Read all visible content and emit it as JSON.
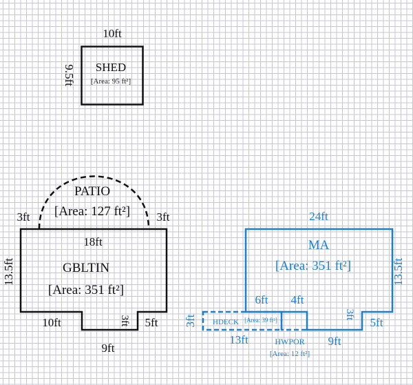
{
  "colors": {
    "black": "#111111",
    "blue": "#1a7fd4",
    "grid": "#c6c6d0",
    "background": "#ffffff"
  },
  "rooms": {
    "shed": {
      "name": "SHED",
      "area": "[Area: 95 ft²]",
      "dims": {
        "top": "10ft",
        "left": "9.5ft"
      }
    },
    "patio": {
      "name": "PATIO",
      "area": "[Area: 127 ft²]",
      "dims": {
        "left": "3ft",
        "right": "3ft"
      }
    },
    "gbltin": {
      "name": "GBLTIN",
      "area": "[Area: 351 ft²]",
      "dims": {
        "top": "18ft",
        "left": "13.5ft",
        "bottom_left": "10ft",
        "notch_depth": "3ft",
        "bottom_right": "5ft",
        "notch_bottom": "9ft"
      }
    },
    "ma": {
      "name": "MA",
      "area": "[Area: 351 ft²]",
      "dims": {
        "top": "24ft",
        "right": "13.5ft",
        "inner_left": "6ft",
        "inner_mid": "4ft",
        "notch_depth": "3ft",
        "bottom_right": "5ft",
        "notch_bottom": "9ft"
      }
    },
    "hdeck": {
      "name": "HDECK",
      "area": "[Area: 39 ft²]",
      "dims": {
        "left": "3ft",
        "bottom": "13ft"
      }
    },
    "hwpor": {
      "name": "HWPOR",
      "area": "[Area: 12 ft²]"
    }
  }
}
